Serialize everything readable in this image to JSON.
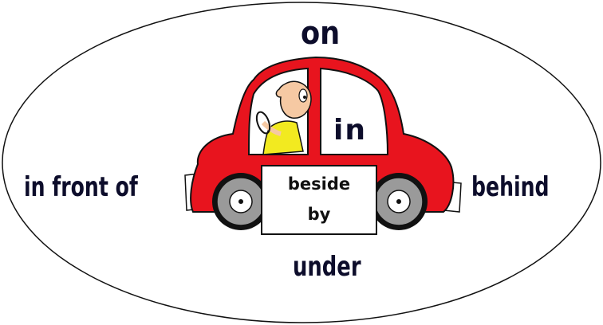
{
  "labels": {
    "on": "on",
    "in": "in",
    "in_front_of": "in front of",
    "behind": "behind",
    "under": "under",
    "beside": "beside",
    "by": "by"
  },
  "colors": {
    "car_body": "#e8141e",
    "window": "#ffffff",
    "wheel": "#9a9a9a",
    "driver_shirt": "#f2ea20",
    "driver_skin": "#f6c9a3",
    "text": "#0d0d2b"
  },
  "icons": [
    "car-illustration",
    "driver-figure",
    "steering-wheel-icon",
    "front-wheel-icon",
    "rear-wheel-icon"
  ]
}
